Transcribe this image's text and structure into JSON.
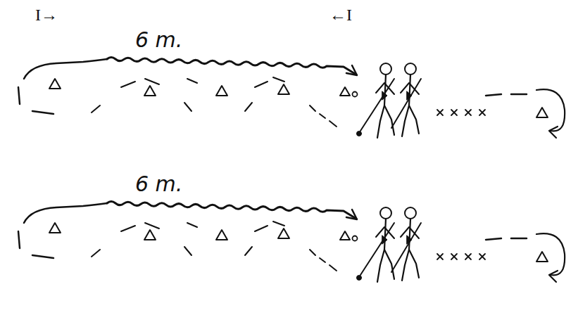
{
  "diagram": {
    "labels": [
      "I→",
      "←I",
      "6 m.",
      "6 m."
    ]
  }
}
